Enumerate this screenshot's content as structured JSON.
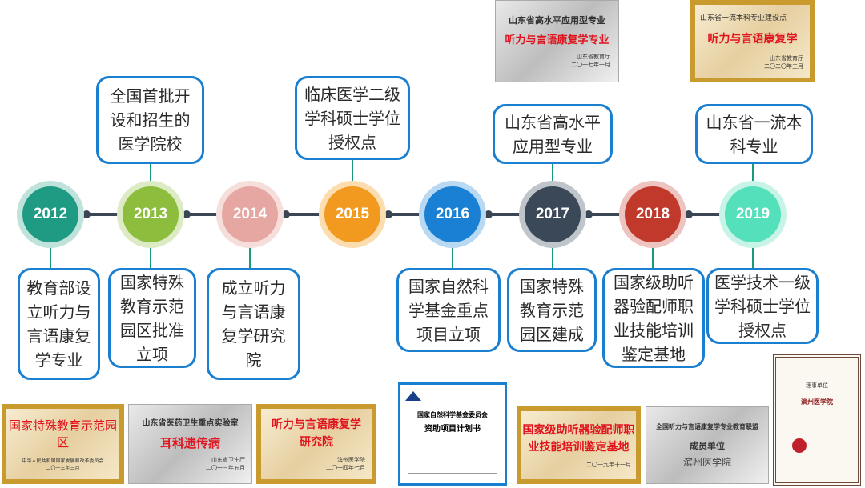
{
  "timeline": [
    {
      "year": "2012",
      "color": "#1f9b83",
      "ring": "#bfe3da",
      "top": null,
      "bottom": "教育部设立听力与言语康复学专业"
    },
    {
      "year": "2013",
      "color": "#8cbd3c",
      "ring": "#dcebc4",
      "top": "全国首批开设和招生的医学院校",
      "bottom": "国家特殊教育示范园区批准立项"
    },
    {
      "year": "2014",
      "color": "#e6a7a3",
      "ring": "#f6dedb",
      "top": null,
      "bottom": "成立听力与言语康复学研究院"
    },
    {
      "year": "2015",
      "color": "#f29a1f",
      "ring": "#fbddb0",
      "top": "临床医学二级学科硕士学位授权点",
      "bottom": null
    },
    {
      "year": "2016",
      "color": "#1a80d4",
      "ring": "#b9d8f2",
      "top": null,
      "bottom": "国家自然科学基金重点项目立项"
    },
    {
      "year": "2017",
      "color": "#3b4858",
      "ring": "#c0c5cc",
      "top": "山东省高水平应用型专业",
      "bottom": "国家特殊教育示范园区建成"
    },
    {
      "year": "2018",
      "color": "#c0392b",
      "ring": "#edc4bf",
      "top": null,
      "bottom": "国家级助听器验配师职业技能培训鉴定基地"
    },
    {
      "year": "2019",
      "color": "#55e0bc",
      "ring": "#c8f4e8",
      "top": "山东省一流本科专业",
      "bottom": "医学技术一级学科硕士学位授权点"
    }
  ],
  "plaques": {
    "p1": {
      "title": "山东省高水平应用型专业",
      "main": "听力与言语康复学专业",
      "issuer": "山东省教育厅",
      "date": "二〇一七年一月"
    },
    "p2": {
      "title": "山东省一流本科专业建设点",
      "main": "听力与言语康复学",
      "issuer": "山东省教育厅",
      "date": "二〇二〇年三月"
    },
    "p3": {
      "main": "国家特殊教育示范园区",
      "issuer": "中华人民共和国国家发展和改革委员会",
      "date": "二〇一三年三月"
    },
    "p4": {
      "title": "山东省医药卫生重点实验室",
      "main": "耳科遗传病",
      "issuer": "山东省卫生厅",
      "date": "二〇一三年五月"
    },
    "p5": {
      "main": "听力与言语康复学研究院",
      "issuer": "滨州医学院",
      "date": "二〇一四年七月"
    },
    "p6": {
      "org": "国家自然科学基金委员会",
      "main": "资助项目计划书"
    },
    "p7": {
      "main": "国家级助听器验配师职业技能培训鉴定基地",
      "date": "二〇一九年十一月"
    },
    "p8": {
      "title": "全国听力与言语康复学专业教育联盟",
      "sub": "成员单位",
      "main": "滨州医学院"
    },
    "p9": {
      "title": "理事单位",
      "main": "滨州医学院"
    }
  }
}
